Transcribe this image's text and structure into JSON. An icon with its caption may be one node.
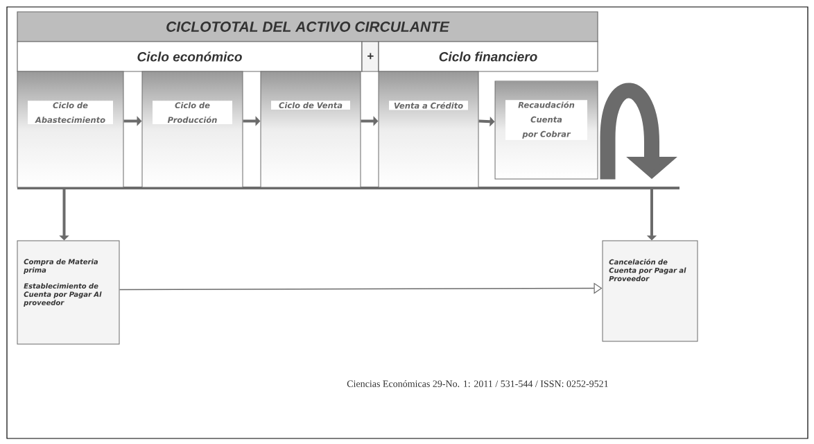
{
  "diagram": {
    "nodes": [
      {
        "text": [
          "CICLOTOTAL DEL ACTIVO CIRCULANTE"
        ]
      },
      {
        "text": [
          "Ciclo económico"
        ]
      },
      {
        "text": [
          "+"
        ]
      },
      {
        "text": [
          "Ciclo financiero"
        ]
      },
      {
        "text": [
          "Ciclo de Abastecimiento"
        ]
      },
      {
        "text": [
          "Ciclo de Producción"
        ]
      },
      {
        "text": [
          "Ciclo de Venta"
        ]
      },
      {
        "text": [
          "Venta a Crédito"
        ]
      },
      {
        "text": [
          "Recaudación Cuenta por Cobrar"
        ]
      },
      {
        "text": [
          "Compra de Materia prima",
          "Establecimiento de Cuenta por Pagar Al proveedor"
        ]
      },
      {
        "text": [
          "Cancelación de Cuenta por Pagar al Proveedor"
        ]
      }
    ],
    "edges": [
      {
        "from": 4,
        "to": 5,
        "arrow": "to"
      },
      {
        "from": 5,
        "to": 6,
        "arrow": "to"
      },
      {
        "from": 6,
        "to": 7,
        "arrow": "to"
      },
      {
        "from": 7,
        "to": 8,
        "arrow": "to"
      },
      {
        "from": 4,
        "to": 9,
        "arrow": "to"
      },
      {
        "from": null,
        "to": 10,
        "arrow": "to"
      },
      {
        "from": 8,
        "to": null,
        "arrow": "to",
        "style": "thick"
      },
      {
        "from": 9,
        "to": 10,
        "arrow": "to"
      }
    ],
    "labels": [
      "Ciencias Económicas 29-No. 1: 2011 / 531-544 / ISSN: 0252-9521"
    ]
  }
}
